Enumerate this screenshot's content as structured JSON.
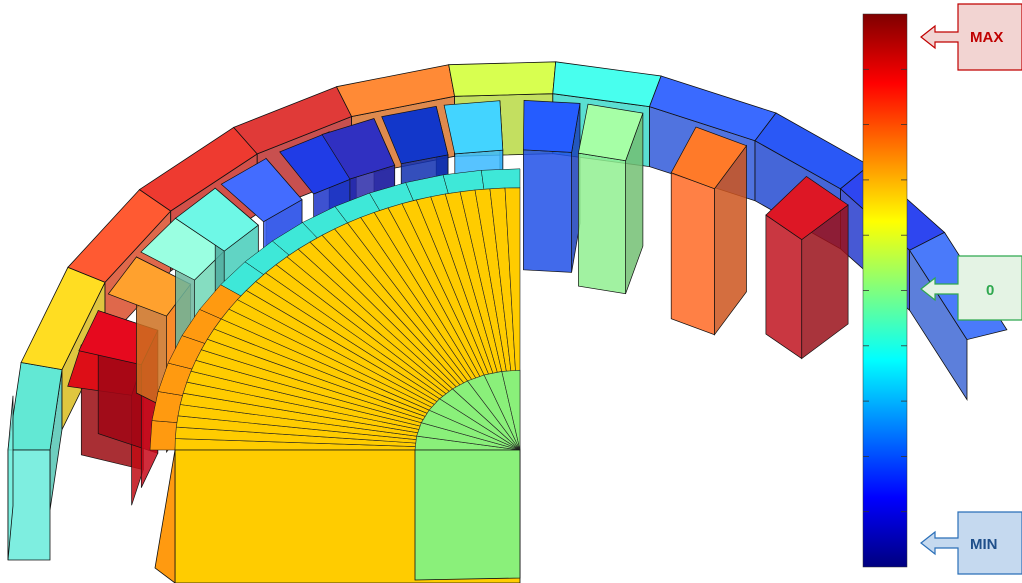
{
  "legend": {
    "colormap": [
      "#00007f",
      "#0000ff",
      "#007fff",
      "#00ffff",
      "#7fff7f",
      "#ffff00",
      "#ff7f00",
      "#ff0000",
      "#7f0000"
    ],
    "markers": [
      {
        "key": "max",
        "text": "MAX",
        "fill": "#f2d4d2",
        "stroke": "#c00000",
        "text_color": "#c00000"
      },
      {
        "key": "zero",
        "text": "0",
        "fill": "#e4f3e4",
        "stroke": "#2fa84f",
        "text_color": "#2fa84f"
      },
      {
        "key": "min",
        "text": "MIN",
        "fill": "#c5d9ef",
        "stroke": "#2a6fb8",
        "text_color": "#1f4f8a"
      }
    ]
  },
  "model": {
    "outer_ring_colors": [
      "#62e8d4",
      "#ffdd22",
      "#ff5a32",
      "#ee3a30",
      "#e03a38",
      "#ff8a36",
      "#d8ff50",
      "#48ffee",
      "#3a6aff",
      "#2a58f6",
      "#2e46f0",
      "#4a7afa"
    ],
    "teeth_colors": [
      "#c00c14",
      "#c8081a",
      "#ff8c28",
      "#86e2c4",
      "#60d8c8",
      "#3a5ef0",
      "#1c34c8",
      "#2a2aa8",
      "#1030b0",
      "#3ab8ff",
      "#2050e8",
      "#90f090",
      "#ff6a24",
      "#c01420"
    ],
    "rotor_fill": "#ffcc00",
    "rotor_rim": "#ff9a10",
    "hub_fill": "#8af07a"
  }
}
